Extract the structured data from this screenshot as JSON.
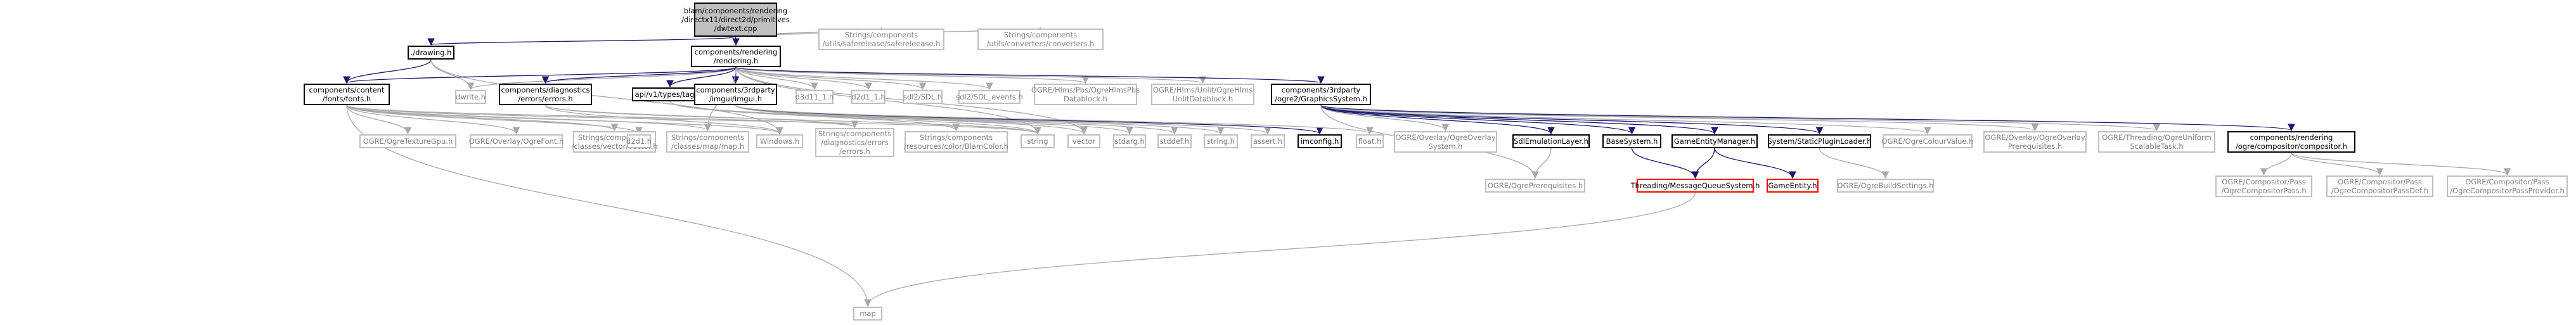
{
  "colors": {
    "edge_normal": "#191970",
    "edge_ext": "#a9a9a9",
    "external_border": "#bfbfbf",
    "error_border": "#ff0000",
    "root_fill": "#bfbfbf"
  },
  "nodes": [
    {
      "id": "root",
      "kind": "root",
      "lines": [
        "blam/components/rendering",
        "/directx11/direct2d/primitives",
        "/dwtext.cpp"
      ]
    },
    {
      "id": "safe",
      "kind": "ext",
      "lines": [
        "Strings/components",
        "/utils/saferelease/safereleease.h"
      ]
    },
    {
      "id": "conv",
      "kind": "ext",
      "lines": [
        "Strings/components",
        "/utils/converters/converters.h"
      ]
    },
    {
      "id": "drawing",
      "kind": "normal",
      "lines": [
        "./drawing.h"
      ]
    },
    {
      "id": "rendering",
      "kind": "normal",
      "lines": [
        "components/rendering",
        "/rendering.h"
      ]
    },
    {
      "id": "fonts",
      "kind": "normal",
      "lines": [
        "components/content",
        "/fonts/fonts.h"
      ]
    },
    {
      "id": "dwrite",
      "kind": "ext",
      "lines": [
        "dwrite.h"
      ]
    },
    {
      "id": "errors",
      "kind": "normal",
      "lines": [
        "components/diagnostics",
        "/errors/errors.h"
      ]
    },
    {
      "id": "tags",
      "kind": "normal",
      "lines": [
        "api/v1/types/tags.h"
      ]
    },
    {
      "id": "imgui",
      "kind": "normal",
      "lines": [
        "components/3rdparty",
        "/imgui/imgui.h"
      ]
    },
    {
      "id": "d3d11",
      "kind": "ext",
      "lines": [
        "d3d11_1.h"
      ]
    },
    {
      "id": "d2d1_1",
      "kind": "ext",
      "lines": [
        "d2d1_1.h"
      ]
    },
    {
      "id": "sdl",
      "kind": "ext",
      "lines": [
        "sdl2/SDL.h"
      ]
    },
    {
      "id": "sdlev",
      "kind": "ext",
      "lines": [
        "sdl2/SDL_events.h"
      ]
    },
    {
      "id": "pbs",
      "kind": "ext",
      "lines": [
        "OGRE/Hlms/Pbs/OgreHlmsPbs",
        "Datablock.h"
      ]
    },
    {
      "id": "unlit",
      "kind": "ext",
      "lines": [
        "OGRE/Hlms/Unlit/OgreHlms",
        "UnlitDatablock.h"
      ]
    },
    {
      "id": "gfx",
      "kind": "normal",
      "lines": [
        "components/3rdparty",
        "/ogre2/GraphicsSystem.h"
      ]
    },
    {
      "id": "texgpu",
      "kind": "ext",
      "lines": [
        "OGRE/OgreTextureGpu.h"
      ]
    },
    {
      "id": "ofont",
      "kind": "ext",
      "lines": [
        "OGRE/Overlay/OgreFont.h"
      ]
    },
    {
      "id": "vector_h",
      "kind": "ext",
      "lines": [
        "Strings/components",
        "/classes/vector/vector.h"
      ]
    },
    {
      "id": "d2d1",
      "kind": "ext",
      "lines": [
        "d2d1.h"
      ]
    },
    {
      "id": "map_h",
      "kind": "ext",
      "lines": [
        "Strings/components",
        "/classes/map/map.h"
      ]
    },
    {
      "id": "windows",
      "kind": "ext",
      "lines": [
        "Windows.h"
      ]
    },
    {
      "id": "serr",
      "kind": "ext",
      "lines": [
        "Strings/components",
        "/diagnostics/errors",
        "/errors.h"
      ]
    },
    {
      "id": "blamcolor",
      "kind": "ext",
      "lines": [
        "Strings/components",
        "/resources/color/BlamColor.h"
      ]
    },
    {
      "id": "string",
      "kind": "ext",
      "lines": [
        "string"
      ]
    },
    {
      "id": "vector",
      "kind": "ext",
      "lines": [
        "vector"
      ]
    },
    {
      "id": "stdarg",
      "kind": "ext",
      "lines": [
        "stdarg.h"
      ]
    },
    {
      "id": "stddef",
      "kind": "ext",
      "lines": [
        "stddef.h"
      ]
    },
    {
      "id": "stringh",
      "kind": "ext",
      "lines": [
        "string.h"
      ]
    },
    {
      "id": "assert",
      "kind": "ext",
      "lines": [
        "assert.h"
      ]
    },
    {
      "id": "imconfig",
      "kind": "normal",
      "lines": [
        "imconfig.h"
      ]
    },
    {
      "id": "float",
      "kind": "ext",
      "lines": [
        "float.h"
      ]
    },
    {
      "id": "ovsys",
      "kind": "ext",
      "lines": [
        "OGRE/Overlay/OgreOverlay",
        "System.h"
      ]
    },
    {
      "id": "sdlemu",
      "kind": "normal",
      "lines": [
        "SdlEmulationLayer.h"
      ]
    },
    {
      "id": "basesys",
      "kind": "normal",
      "lines": [
        "BaseSystem.h"
      ]
    },
    {
      "id": "gem",
      "kind": "normal",
      "lines": [
        "GameEntityManager.h"
      ]
    },
    {
      "id": "static",
      "kind": "normal",
      "lines": [
        "System/StaticPluginLoader.h"
      ]
    },
    {
      "id": "colval",
      "kind": "ext",
      "lines": [
        "OGRE/OgreColourValue.h"
      ]
    },
    {
      "id": "ovprereq",
      "kind": "ext",
      "lines": [
        "OGRE/Overlay/OgreOverlay",
        "Prerequisites.h"
      ]
    },
    {
      "id": "thread",
      "kind": "ext",
      "lines": [
        "OGRE/Threading/OgreUniform",
        "ScalableTask.h"
      ]
    },
    {
      "id": "compositor",
      "kind": "normal",
      "lines": [
        "components/rendering",
        "/ogre/compositor/compositor.h"
      ]
    },
    {
      "id": "prereq",
      "kind": "ext",
      "lines": [
        "OGRE/OgrePrerequisites.h"
      ]
    },
    {
      "id": "mqs",
      "kind": "err",
      "lines": [
        "Threading/MessageQueueSystem.h"
      ]
    },
    {
      "id": "gentity",
      "kind": "err",
      "lines": [
        "GameEntity.h"
      ]
    },
    {
      "id": "build",
      "kind": "ext",
      "lines": [
        "OGRE/OgreBuildSettings.h"
      ]
    },
    {
      "id": "cpass",
      "kind": "ext",
      "lines": [
        "OGRE/Compositor/Pass",
        "/OgreCompositorPass.h"
      ]
    },
    {
      "id": "cpassdef",
      "kind": "ext",
      "lines": [
        "OGRE/Compositor/Pass",
        "/OgreCompositorPassDef.h"
      ]
    },
    {
      "id": "cpassprov",
      "kind": "ext",
      "lines": [
        "OGRE/Compositor/Pass",
        "/OgreCompositorPassProvider.h"
      ]
    },
    {
      "id": "map",
      "kind": "ext",
      "lines": [
        "map"
      ]
    }
  ],
  "edges": [
    [
      "root",
      "drawing"
    ],
    [
      "root",
      "rendering"
    ],
    [
      "root",
      "safe"
    ],
    [
      "root",
      "conv"
    ],
    [
      "drawing",
      "fonts"
    ],
    [
      "drawing",
      "dwrite"
    ],
    [
      "drawing",
      "windows"
    ],
    [
      "rendering",
      "dwrite"
    ],
    [
      "rendering",
      "errors"
    ],
    [
      "rendering",
      "tags"
    ],
    [
      "rendering",
      "imgui"
    ],
    [
      "rendering",
      "d3d11"
    ],
    [
      "rendering",
      "d2d1_1"
    ],
    [
      "rendering",
      "sdl"
    ],
    [
      "rendering",
      "sdlev"
    ],
    [
      "rendering",
      "pbs"
    ],
    [
      "rendering",
      "unlit"
    ],
    [
      "rendering",
      "gfx"
    ],
    [
      "rendering",
      "string"
    ],
    [
      "rendering",
      "vector"
    ],
    [
      "rendering",
      "map_h"
    ],
    [
      "rendering",
      "fonts"
    ],
    [
      "fonts",
      "texgpu"
    ],
    [
      "fonts",
      "ofont"
    ],
    [
      "fonts",
      "vector_h"
    ],
    [
      "fonts",
      "d2d1"
    ],
    [
      "fonts",
      "map_h"
    ],
    [
      "fonts",
      "windows"
    ],
    [
      "fonts",
      "serr"
    ],
    [
      "fonts",
      "string"
    ],
    [
      "fonts",
      "map"
    ],
    [
      "errors",
      "windows"
    ],
    [
      "errors",
      "serr"
    ],
    [
      "errors",
      "string"
    ],
    [
      "tags",
      "blamcolor"
    ],
    [
      "tags",
      "string"
    ],
    [
      "tags",
      "vector"
    ],
    [
      "imgui",
      "stdarg"
    ],
    [
      "imgui",
      "stddef"
    ],
    [
      "imgui",
      "stringh"
    ],
    [
      "imgui",
      "assert"
    ],
    [
      "imgui",
      "imconfig"
    ],
    [
      "imgui",
      "float"
    ],
    [
      "gfx",
      "ovsys"
    ],
    [
      "gfx",
      "sdlemu"
    ],
    [
      "gfx",
      "basesys"
    ],
    [
      "gfx",
      "gem"
    ],
    [
      "gfx",
      "static"
    ],
    [
      "gfx",
      "colval"
    ],
    [
      "gfx",
      "ovprereq"
    ],
    [
      "gfx",
      "thread"
    ],
    [
      "gfx",
      "compositor"
    ],
    [
      "gfx",
      "prereq"
    ],
    [
      "sdlemu",
      "prereq"
    ],
    [
      "basesys",
      "mqs"
    ],
    [
      "gem",
      "mqs"
    ],
    [
      "gem",
      "gentity"
    ],
    [
      "static",
      "build"
    ],
    [
      "compositor",
      "cpass"
    ],
    [
      "compositor",
      "cpassdef"
    ],
    [
      "compositor",
      "cpassprov"
    ],
    [
      "mqs",
      "map"
    ]
  ]
}
